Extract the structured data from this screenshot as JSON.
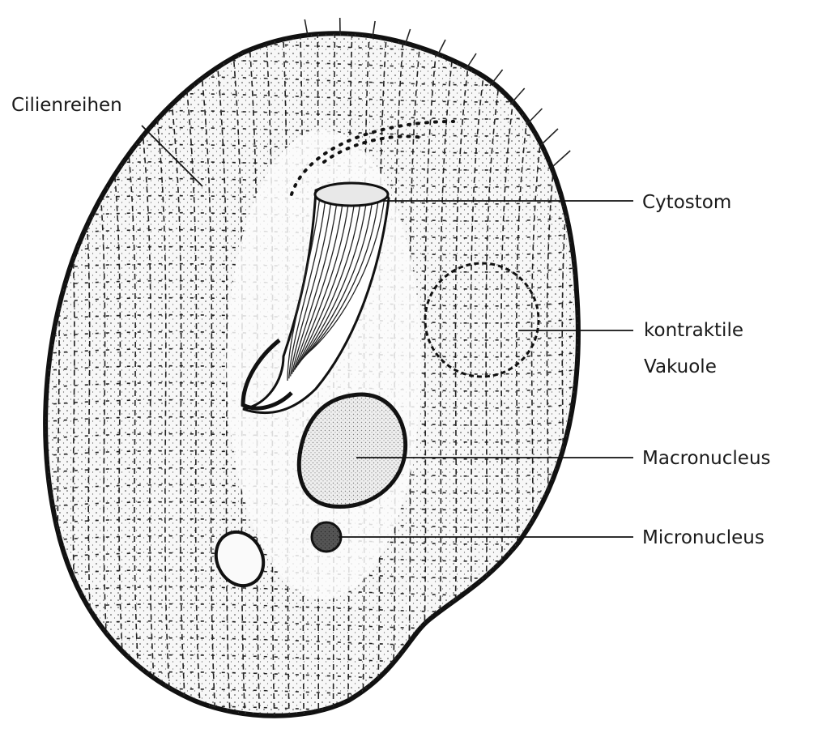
{
  "labels": {
    "cilienreihen": "Cilienreihen",
    "cytostom": "Cytostom",
    "kontraktile_1": "kontraktile",
    "kontraktile_2": "Vakuole",
    "macronucleus": "Macronucleus",
    "micronucleus": "Micronucleus"
  },
  "colors": {
    "ink": "#1a1a1a",
    "paper": "#ffffff",
    "cell_fill": "#f4f4f4"
  }
}
